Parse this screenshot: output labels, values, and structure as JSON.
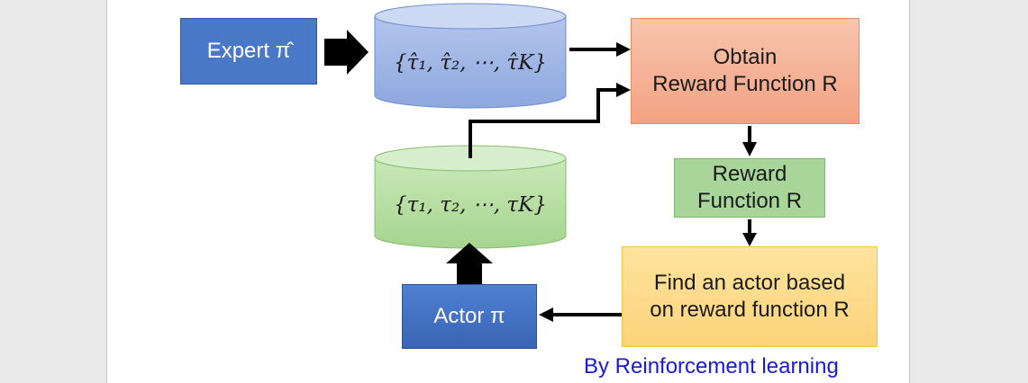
{
  "nodes": {
    "expert": "Expert π̂",
    "expert_demos": "{τ̂₁, τ̂₂, ⋯, τ̂K}",
    "actor_trajectories": "{τ₁, τ₂, ⋯, τK}",
    "obtain": [
      "Obtain",
      "Reward Function R"
    ],
    "reward": [
      "Reward",
      "Function R"
    ],
    "find_actor": [
      "Find an actor based",
      "on reward function R"
    ],
    "actor": "Actor π"
  },
  "credit": "By Reinforcement learning",
  "colors": {
    "blue_box": "#4a78c8",
    "cylinder_blue": "#9eb4e4",
    "cylinder_green": "#b9dfa5",
    "orange_box": "#f5ad90",
    "green_box": "#a8d69a",
    "yellow_box": "#fddb87",
    "credit_text": "#1a1ad6"
  }
}
